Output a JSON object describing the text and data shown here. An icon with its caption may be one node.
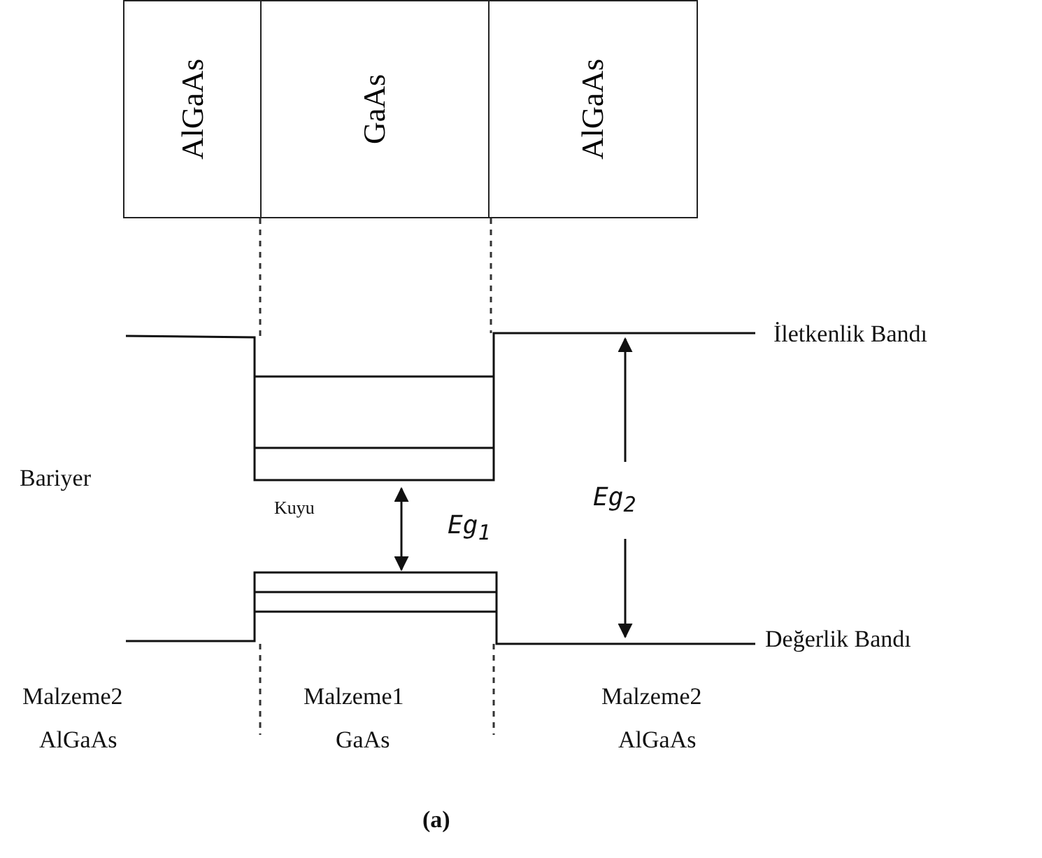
{
  "diagram": {
    "caption": "(a)",
    "nodes": [
      {
        "text": [
          "AlGaAs"
        ]
      },
      {
        "text": [
          "GaAs"
        ]
      },
      {
        "text": [
          "AlGaAs"
        ]
      }
    ],
    "labels": [
      "İletkenlik Bandı",
      "Bariyer",
      "Kuyu",
      "Eg$_{1}$",
      "Eg$_{2}$",
      "Değerlik Bandı",
      "Malzeme2",
      "Malzeme1",
      "Malzeme2",
      "AlGaAs",
      "GaAs",
      "AlGaAs"
    ]
  }
}
